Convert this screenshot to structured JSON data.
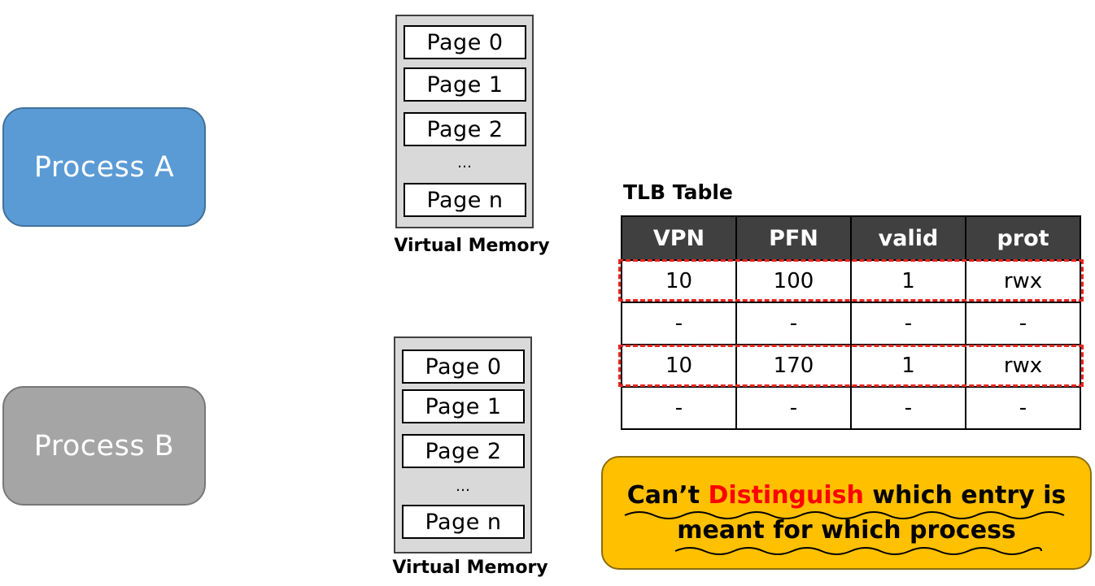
{
  "processes": {
    "a_label": "Process A",
    "b_label": "Process B",
    "a_color": "#5b9bd5",
    "b_color": "#a5a5a5"
  },
  "virtual_memory_a": {
    "pages": [
      "Page 0",
      "Page 1",
      "Page 2",
      "Page n"
    ],
    "ellipsis": "…",
    "label": "Virtual Memory"
  },
  "virtual_memory_b": {
    "pages": [
      "Page 0",
      "Page 1",
      "Page 2",
      "Page n"
    ],
    "ellipsis": "…",
    "label": "Virtual Memory"
  },
  "tlb": {
    "title": "TLB Table",
    "headers": [
      "VPN",
      "PFN",
      "valid",
      "prot"
    ],
    "rows": [
      [
        "10",
        "100",
        "1",
        "rwx"
      ],
      [
        "-",
        "-",
        "-",
        "-"
      ],
      [
        "10",
        "170",
        "1",
        "rwx"
      ],
      [
        "-",
        "-",
        "-",
        "-"
      ]
    ],
    "highlight_color": "#e8251f"
  },
  "callout": {
    "line1_pre": "Can’t ",
    "line1_highlight": "Distinguish",
    "line1_post": " which entry is",
    "line2": "meant for which process",
    "background": "#ffc000",
    "highlight_color": "#ff0000"
  }
}
